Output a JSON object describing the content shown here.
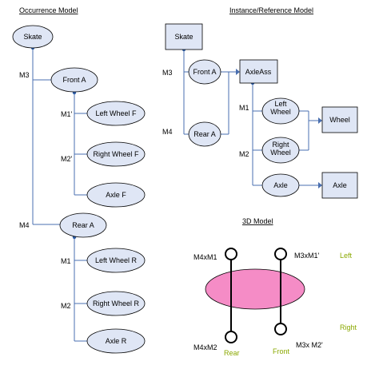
{
  "occurrence": {
    "title": "Occurrence Model",
    "skate": "Skate",
    "front": "Front A",
    "rear": "Rear A",
    "front_children": [
      "Left Wheel  F",
      "Right Wheel F",
      "Axle F"
    ],
    "rear_children": [
      "Left Wheel R",
      "Right Wheel R",
      "Axle R"
    ],
    "labels": {
      "m3": "M3",
      "m4": "M4",
      "m1p": "M1'",
      "m2p": "M2'",
      "m1": "M1",
      "m2": "M2"
    }
  },
  "instance": {
    "title": "Instance/Reference Model",
    "skate": "Skate",
    "front": "Front A",
    "rear": "Rear A",
    "axle_ass": "AxleAss",
    "left_wheel": "Left Wheel",
    "right_wheel": "Right Wheel",
    "axle": "Axle",
    "wheel_box": "Wheel",
    "axle_box": "Axle",
    "labels": {
      "m3": "M3",
      "m4": "M4",
      "m1": "M1",
      "m2": "M2"
    }
  },
  "model3d": {
    "title": "3D Model",
    "m4m1": "M4xM1",
    "m3m1": "M3xM1'",
    "m4m2": "M4xM2",
    "m3m2": "M3x M2'",
    "left": "Left",
    "right": "Right",
    "rear": "Rear",
    "front": "Front"
  },
  "colors": {
    "node_fill": "#dfe6f5",
    "line": "#4a6fb0",
    "ellipse_3d": "#f58cc6",
    "green_text": "#8aa800"
  }
}
